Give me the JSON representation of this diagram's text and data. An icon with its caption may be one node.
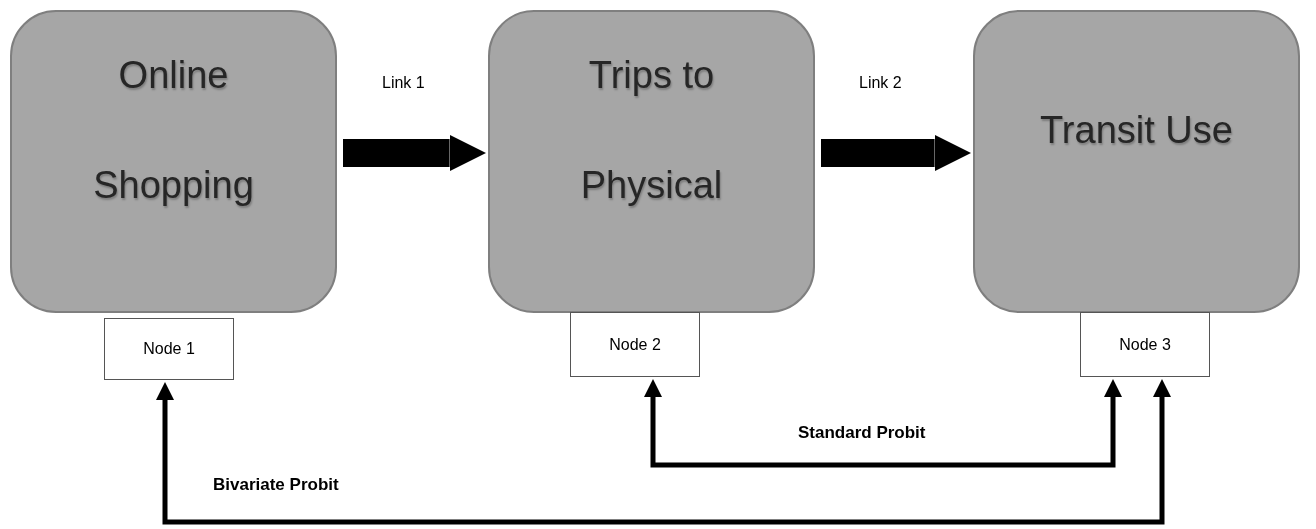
{
  "diagram": {
    "nodes": [
      {
        "text": [
          "Online Shopping"
        ]
      },
      {
        "text": [
          "Trips to Physical"
        ]
      },
      {
        "text": [
          "Transit Use"
        ]
      },
      {
        "text": [
          "Node 1"
        ]
      },
      {
        "text": [
          "Node 2"
        ]
      },
      {
        "text": [
          "Node 3"
        ]
      }
    ],
    "edges": [
      {
        "from": 0,
        "to": 1,
        "arrow": "to",
        "label": "Link 1",
        "style": "thick"
      },
      {
        "from": 1,
        "to": 2,
        "arrow": "to",
        "label": "Link 2",
        "style": "thick"
      },
      {
        "from": 5,
        "to": 4,
        "arrow": "both",
        "label": "Standard Probit"
      },
      {
        "from": 5,
        "to": 3,
        "arrow": "both",
        "label": "Bivariate Probit"
      }
    ]
  }
}
